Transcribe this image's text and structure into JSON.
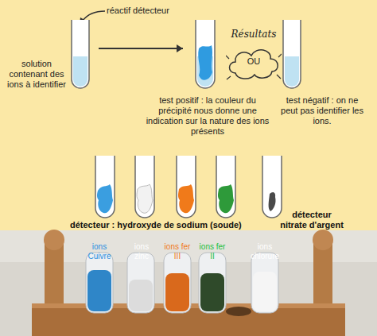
{
  "diagram": {
    "nodes": [
      {
        "text": [
          "solution contenant des ions à identifier"
        ]
      },
      {
        "text": [
          "test positif : la couleur du précipité nous donne une indication sur la nature des ions présents"
        ]
      },
      {
        "text": [
          "Résultats",
          "OU"
        ]
      },
      {
        "text": [
          "test négatif : on ne peut pas identifier les ions."
        ]
      }
    ],
    "edges": [
      {
        "from": 0,
        "to": 1,
        "arrow": "to"
      }
    ],
    "labels": [
      "réactif détecteur",
      "détecteur : hydroxyde de sodium (soude)",
      "détecteur nitrate d'argent",
      "ions Cuivre",
      "ions zinc",
      "ions fer III",
      "ions fer II",
      "ions chlorure"
    ]
  }
}
